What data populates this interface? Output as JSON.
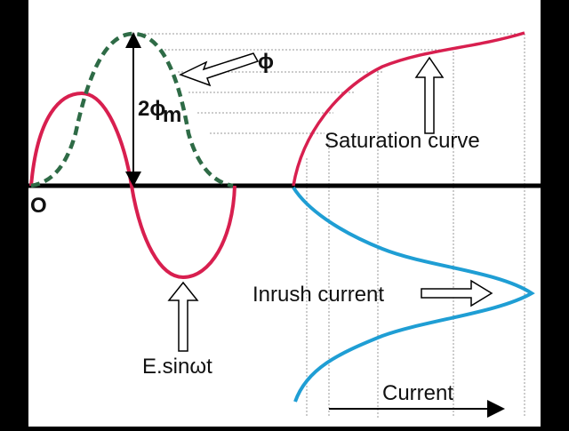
{
  "labels": {
    "origin": "O",
    "flux": "ϕ",
    "peak_flux_main": "2ϕ",
    "peak_flux_sub": "m",
    "voltage": "E.sinωt",
    "saturation": "Saturation curve",
    "inrush": "Inrush current",
    "current_axis": "Current"
  },
  "colors": {
    "voltage_curve": "#d81f4f",
    "flux_curve": "#2e6b46",
    "saturation_curve": "#d81f4f",
    "inrush_curve": "#1f9ed4",
    "axis": "#000000",
    "grid_dotted": "#9a9a9a",
    "frame": "#000000",
    "canvas": "#ffffff"
  },
  "icons": {
    "flux_arrow": "hollow-arrow-left",
    "voltage_arrow": "hollow-arrow-up",
    "saturation_arrow": "hollow-arrow-up",
    "inrush_arrow": "hollow-arrow-right",
    "current_arrow": "solid-arrow-right"
  }
}
